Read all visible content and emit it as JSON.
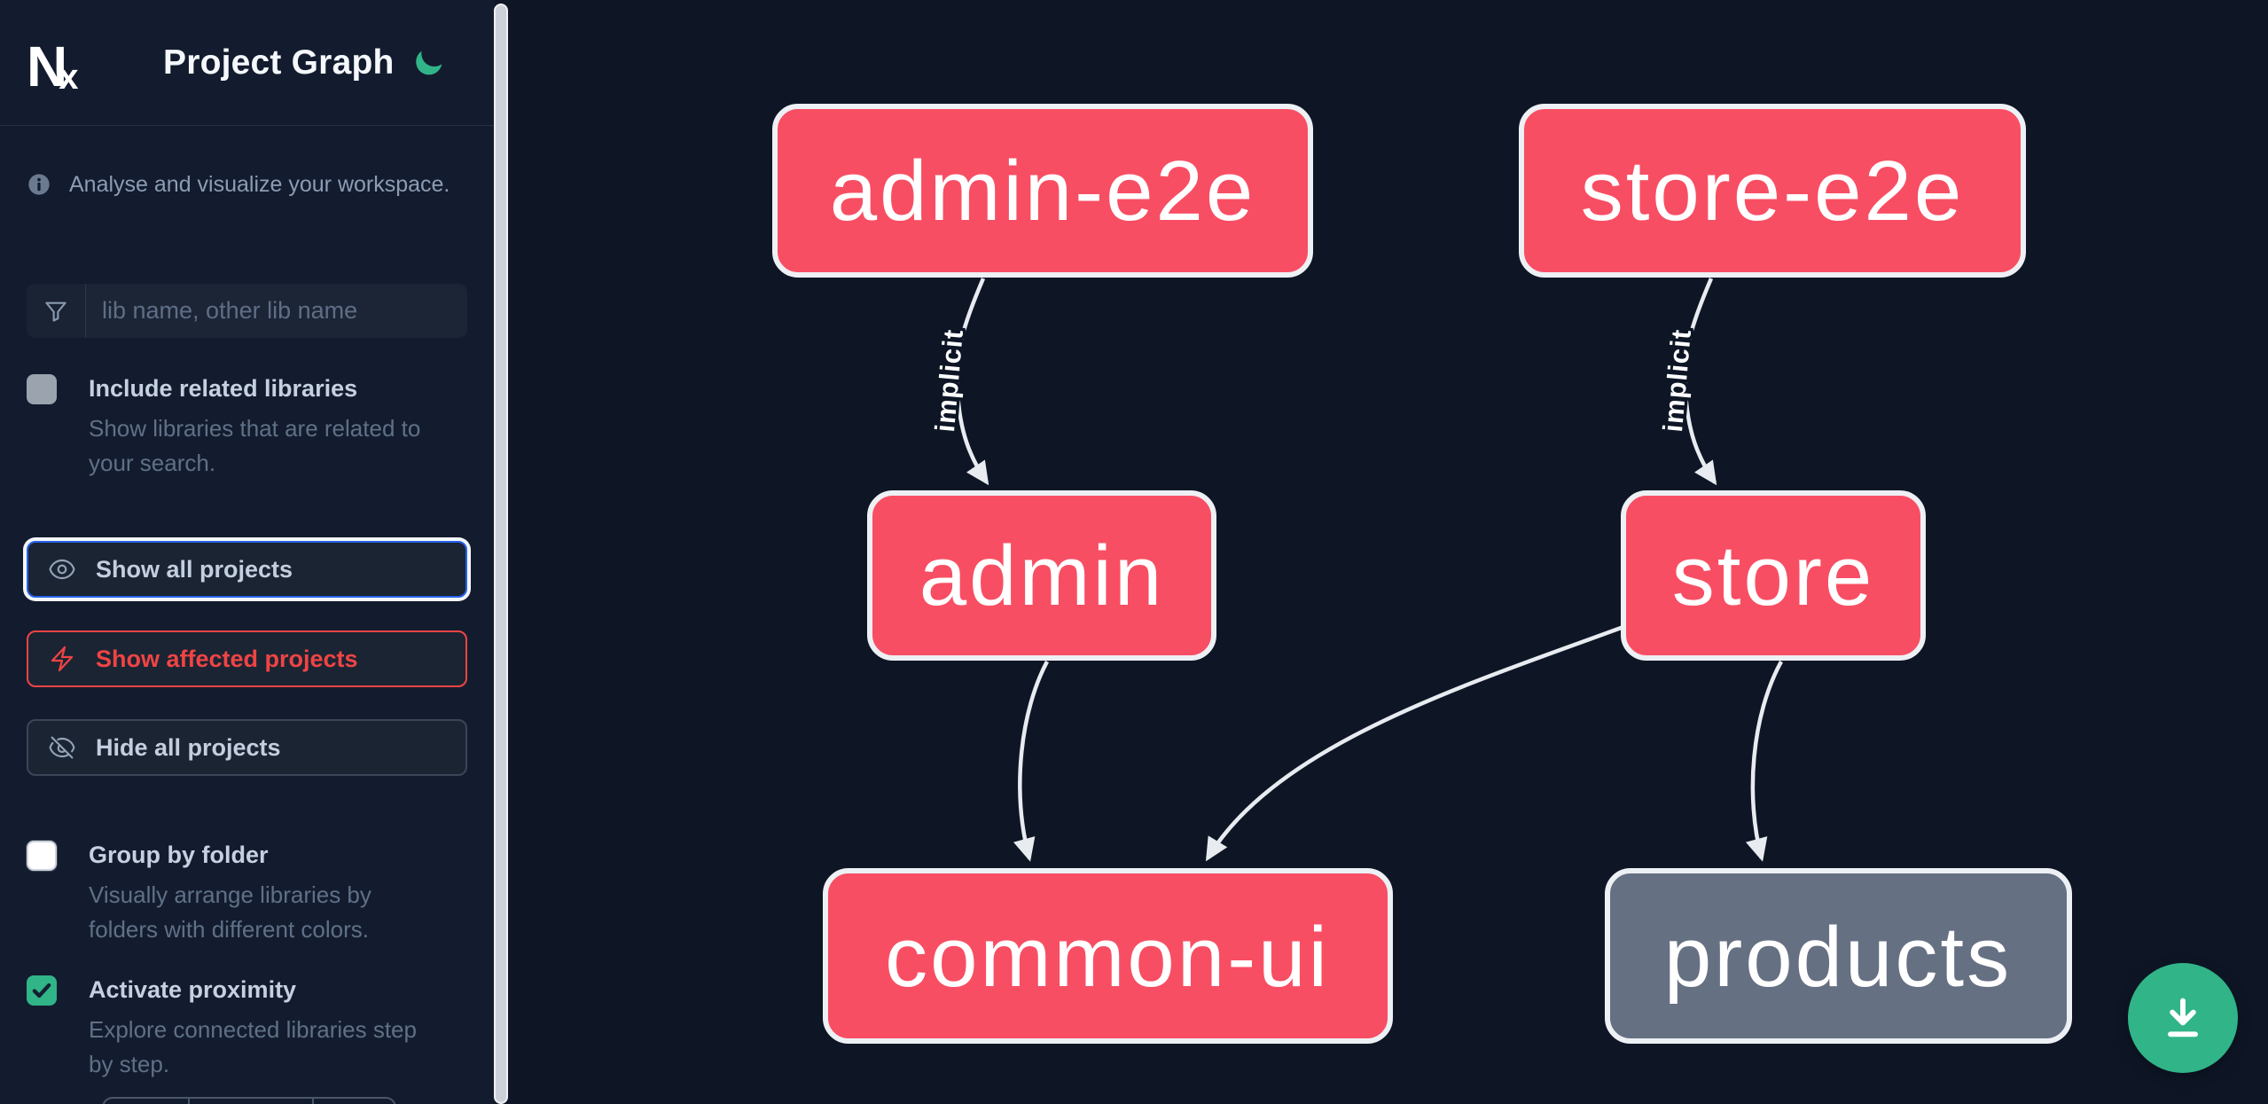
{
  "header": {
    "logo_letter_n": "N",
    "logo_letter_x": "x",
    "title": "Project Graph"
  },
  "sidebar": {
    "tagline": "Analyse and visualize your workspace.",
    "search": {
      "placeholder": "lib name, other lib name",
      "value": ""
    },
    "options": [
      {
        "label": "Include related libraries",
        "description": "Show libraries that are related to\nyour search.",
        "checked": false,
        "checkbox_style": "gray"
      },
      {
        "label": "Group by folder",
        "description": "Visually arrange libraries by\nfolders with different colors.",
        "checked": false,
        "checkbox_style": "white"
      },
      {
        "label": "Activate proximity",
        "description": "Explore connected libraries step\nby step.",
        "checked": true,
        "checkbox_style": "green"
      }
    ],
    "actions": [
      {
        "label": "Show all projects",
        "icon": "eye-icon",
        "state": "focused"
      },
      {
        "label": "Show affected projects",
        "icon": "lightning-bolt-icon",
        "state": "danger"
      },
      {
        "label": "Hide all projects",
        "icon": "eye-off-icon",
        "state": "default"
      }
    ]
  },
  "graph": {
    "type": "dependency-diagram",
    "nodes": [
      {
        "id": "admin-e2e",
        "label": "admin-e2e",
        "color": "#f84e63"
      },
      {
        "id": "store-e2e",
        "label": "store-e2e",
        "color": "#f84e63"
      },
      {
        "id": "admin",
        "label": "admin",
        "color": "#f84e63"
      },
      {
        "id": "store",
        "label": "store",
        "color": "#f84e63"
      },
      {
        "id": "common-ui",
        "label": "common-ui",
        "color": "#f84e63"
      },
      {
        "id": "products",
        "label": "products",
        "color": "#667083"
      }
    ],
    "edges": [
      {
        "from": "admin-e2e",
        "to": "admin",
        "label": "implicit"
      },
      {
        "from": "store-e2e",
        "to": "store",
        "label": "implicit"
      },
      {
        "from": "admin",
        "to": "common-ui",
        "label": ""
      },
      {
        "from": "store",
        "to": "common-ui",
        "label": ""
      },
      {
        "from": "store",
        "to": "products",
        "label": ""
      }
    ]
  },
  "fab": {
    "icon": "download-icon"
  },
  "colors": {
    "background": "#0e1626",
    "sidebar_background": "#131c2e",
    "node_pink": "#f84e63",
    "node_gray": "#667083",
    "node_border": "#edf0f4",
    "edge": "#e8ebf0",
    "green": "#30b488",
    "focus_blue": "#2563eb",
    "danger_red": "#ef4444"
  }
}
